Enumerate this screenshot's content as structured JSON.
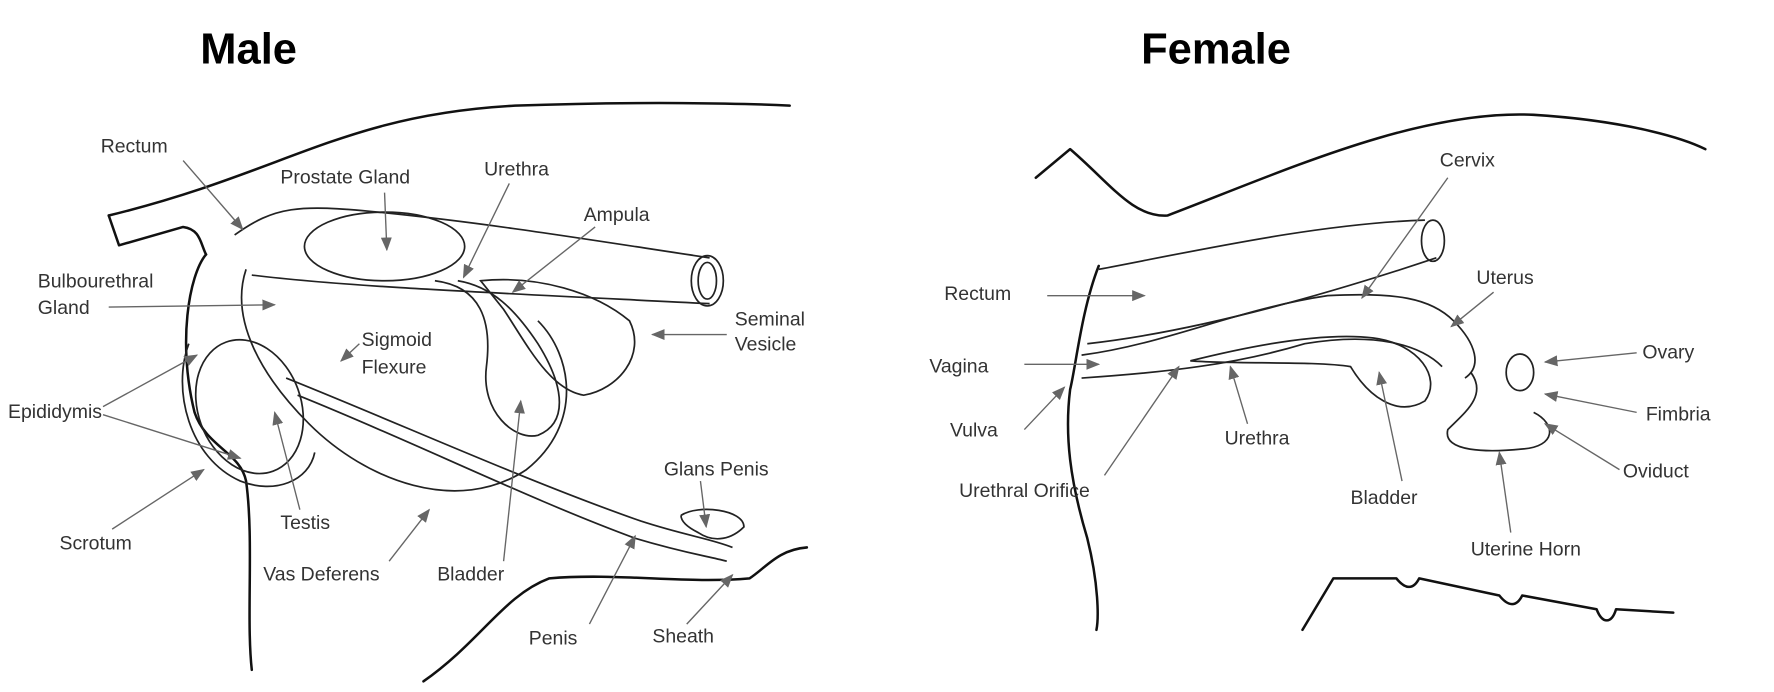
{
  "male": {
    "title": "Male",
    "labels": {
      "rectum": "Rectum",
      "prostate_gland": "Prostate Gland",
      "urethra": "Urethra",
      "ampula": "Ampula",
      "bulbourethral_1": "Bulbourethral",
      "bulbourethral_2": "Gland",
      "seminal_1": "Seminal",
      "seminal_2": "Vesicle",
      "sigmoid_1": "Sigmoid",
      "sigmoid_2": "Flexure",
      "epididymis": "Epididymis",
      "glans_penis": "Glans Penis",
      "testis": "Testis",
      "scrotum": "Scrotum",
      "vas_deferens": "Vas Deferens",
      "bladder": "Bladder",
      "penis": "Penis",
      "sheath": "Sheath"
    }
  },
  "female": {
    "title": "Female",
    "labels": {
      "cervix": "Cervix",
      "uterus": "Uterus",
      "rectum": "Rectum",
      "ovary": "Ovary",
      "vagina": "Vagina",
      "fimbria": "Fimbria",
      "vulva": "Vulva",
      "urethra": "Urethra",
      "oviduct": "Oviduct",
      "urethral_orifice": "Urethral Orifice",
      "bladder": "Bladder",
      "uterine_horn": "Uterine Horn"
    }
  }
}
